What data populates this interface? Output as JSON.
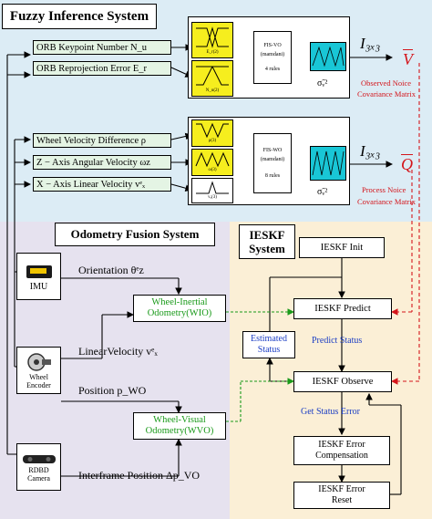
{
  "fuzzy": {
    "title": "Fuzzy Inference System",
    "top": {
      "inputs": [
        "ORB Keypoint Number  N_u",
        "ORB Reprojection Error  E_r"
      ],
      "mf_labels": [
        "E_r(2)",
        "N_u(2)"
      ],
      "fis_title": "FIS-VO",
      "fis_sub": "(mamdani)",
      "fis_rules": "4 rules",
      "output_sym": "σ̃ᵥ²",
      "identity": "I₃ₓ₃",
      "matrix": "V",
      "caption1": "Observed Noice",
      "caption2": "Covariance Matrix"
    },
    "bottom": {
      "inputs": [
        "Wheel Velocity Difference  ρ",
        "Z − Axis Angular Velocity  ωz",
        "X − Axis Linear Velocity  vᵉₓ"
      ],
      "mf_labels": [
        "ρ(3)",
        "ω(3)",
        "vₓ(3)"
      ],
      "fis_title": "FIS-WO",
      "fis_sub": "(mamdani)",
      "fis_rules": "8 rules",
      "output_sym": "σ̃ᵥ²",
      "identity": "I₃ₓ₃",
      "matrix": "Q",
      "caption1": "Process Noice",
      "caption2": "Covariance Matrix"
    }
  },
  "odometry": {
    "title": "Odometry Fusion System",
    "sensors": [
      "IMU",
      "Wheel Encoder",
      "RDBD Camera"
    ],
    "signals": [
      "Orientation  θᵉz",
      "LinearVelocity  vᵉₓ",
      "Position  p_WO",
      "Interframe Position  Δp_VO"
    ],
    "wio": [
      "Wheel-Inertial",
      "Odometry(WIO)"
    ],
    "wvo": [
      "Wheel-Visual",
      "Odometry(WVO)"
    ]
  },
  "ieskf": {
    "title": "IESKF",
    "title2": "System",
    "init": "IESKF Init",
    "predict": "IESKF Predict",
    "observe": "IESKF Observe",
    "compensation": [
      "IESKF Error",
      "Compensation"
    ],
    "reset": [
      "IESKF Error",
      "Reset"
    ],
    "estimated": [
      "Estimated",
      "Status"
    ],
    "predict_status": "Predict Status",
    "get_status_error": "Get Status Error"
  },
  "colors": {
    "fuzzy_bg": "#dcecf5",
    "odo_bg": "#e6e2ef",
    "ieskf_bg": "#fbefd6",
    "mf_yellow": "#f6ee1e",
    "mf_cyan": "#19c6d6",
    "input_bg": "#e4f4e4",
    "wio_bg": "#ffffff",
    "accent_red": "#d4151b",
    "accent_blue": "#1d3fc4",
    "accent_green": "#1a9a1a"
  }
}
